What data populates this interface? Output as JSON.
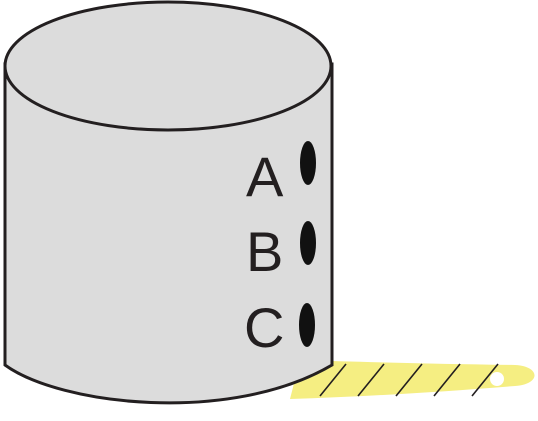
{
  "colors": {
    "cylinder_fill": "#dcdcdc",
    "outline": "#231f20",
    "tape_fill": "#f5ee82",
    "hole_fill": "#111111",
    "background": "#ffffff"
  },
  "holes": [
    {
      "label": "A"
    },
    {
      "label": "B"
    },
    {
      "label": "C"
    }
  ],
  "tape": {
    "tick_count": 5
  }
}
